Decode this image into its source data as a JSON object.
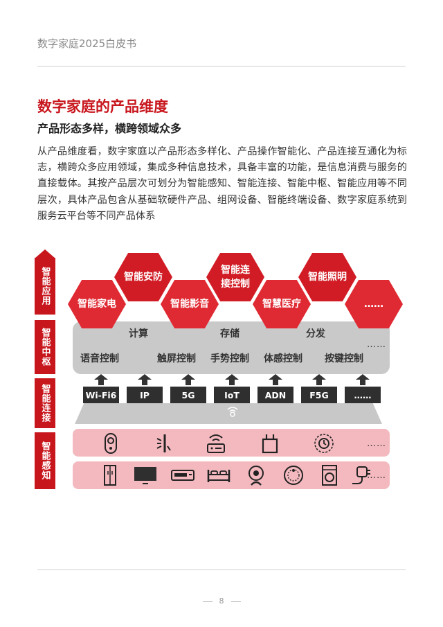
{
  "header": {
    "title": "数字家庭2025白皮书"
  },
  "section": {
    "title": "数字家庭的产品维度",
    "subtitle": "产品形态多样，横跨领域众多",
    "body": "从产品维度看，数字家庭以产品形态多样化、产品操作智能化、产品连接互通化为标志，横跨众多应用领域，集成多种信息技术，具备丰富的功能，是信息消费与服务的直接载体。其按产品层次可划分为智能感知、智能连接、智能中枢、智能应用等不同层次，具体产品包含从基础软硬件产品、组网设备、智能终端设备、数字家庭系统到服务云平台等不同产品体系"
  },
  "diagram": {
    "layers": [
      "智能应用",
      "智能中枢",
      "智能连接",
      "智能感知"
    ],
    "apps": [
      "智能家电",
      "智能安防",
      "智能影音",
      "智能连接控制",
      "智慧医疗",
      "智能照明",
      "……"
    ],
    "app_line_a": "智能连",
    "app_line_b": "接控制",
    "hub_top": [
      "计算",
      "存储",
      "分发"
    ],
    "hub_bottom": [
      "语音控制",
      "触屏控制",
      "手势控制",
      "体感控制",
      "按键控制"
    ],
    "hub_more": "……",
    "connections": [
      "Wi-Fi6",
      "IP",
      "5G",
      "IoT",
      "ADN",
      "F5G",
      "……"
    ],
    "sense_more": "……",
    "sense_icons_row1": [
      "doorbell-icon",
      "sensor-icon",
      "gateway-icon",
      "switch-icon",
      "smoke-detector-icon"
    ],
    "sense_icons_row2": [
      "refrigerator-icon",
      "tv-icon",
      "air-conditioner-icon",
      "bed-icon",
      "camera-icon",
      "robot-vacuum-icon",
      "washing-machine-icon",
      "plug-icon"
    ]
  },
  "page": {
    "number": "8"
  },
  "colors": {
    "accent": "#c8161d",
    "hex": "#e02a33",
    "panel": "#c9c9c9",
    "sense": "#f3b9bf"
  }
}
